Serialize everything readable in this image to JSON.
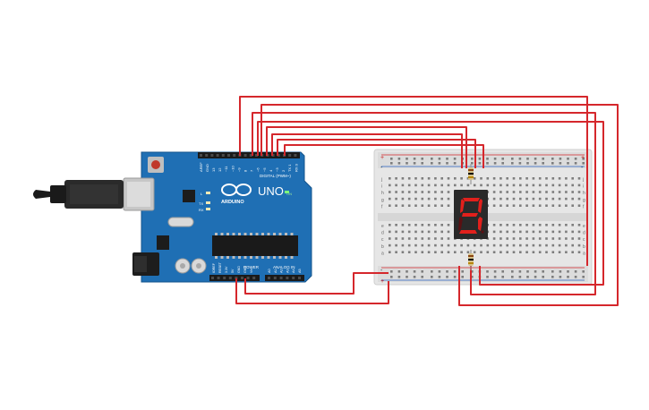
{
  "arduino": {
    "logo_text": "UNO",
    "brand_text": "ARDUINO",
    "digital_header": "DIGITAL (PWM~)",
    "power_header": "POWER",
    "analog_header": "ANALOG IN",
    "tx_label": "TX",
    "rx_label": "RX",
    "l_label": "L",
    "on_label": "ON",
    "aref_label": "AREF",
    "gnd_label": "GND",
    "top_pins": [
      "13",
      "12",
      "~11",
      "~10",
      "~9",
      "8",
      "7",
      "~6",
      "~5",
      "4",
      "~3",
      "2",
      "TX 1",
      "RX 0"
    ],
    "power_pins": [
      "IOREF",
      "RESET",
      "3.3V",
      "5V",
      "GND",
      "GND",
      "Vin"
    ],
    "analog_pins": [
      "A0",
      "A1",
      "A2",
      "A3",
      "A4",
      "A5"
    ]
  },
  "breadboard": {
    "row_letters_top": [
      "j",
      "i",
      "h",
      "g",
      "f"
    ],
    "row_letters_bottom": [
      "e",
      "d",
      "c",
      "b",
      "a"
    ],
    "plus_label": "+",
    "minus_label": "-"
  },
  "display": {
    "digit": "9"
  },
  "colors": {
    "wire": "#d5272c",
    "board": "#1f6fb4",
    "board_dark": "#16558c",
    "breadboard": "#e9e9e9",
    "segment_on": "#e2201c",
    "segment_off": "#5a1012"
  }
}
